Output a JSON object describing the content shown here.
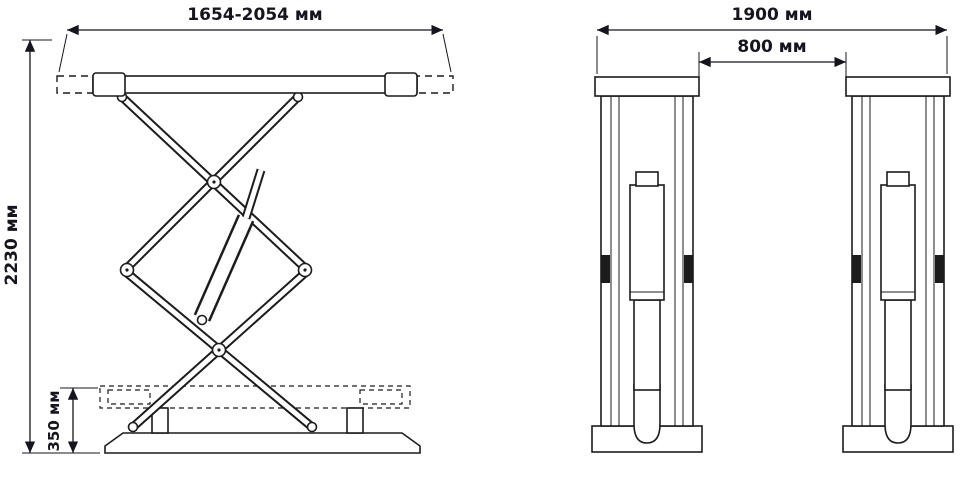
{
  "diagram": {
    "side_view": {
      "width_label": "1654-2054 мм",
      "height_label": "2230 мм",
      "min_height_label": "350 мм"
    },
    "front_view": {
      "width_label": "1900 мм",
      "gap_label": "800 мм"
    }
  }
}
